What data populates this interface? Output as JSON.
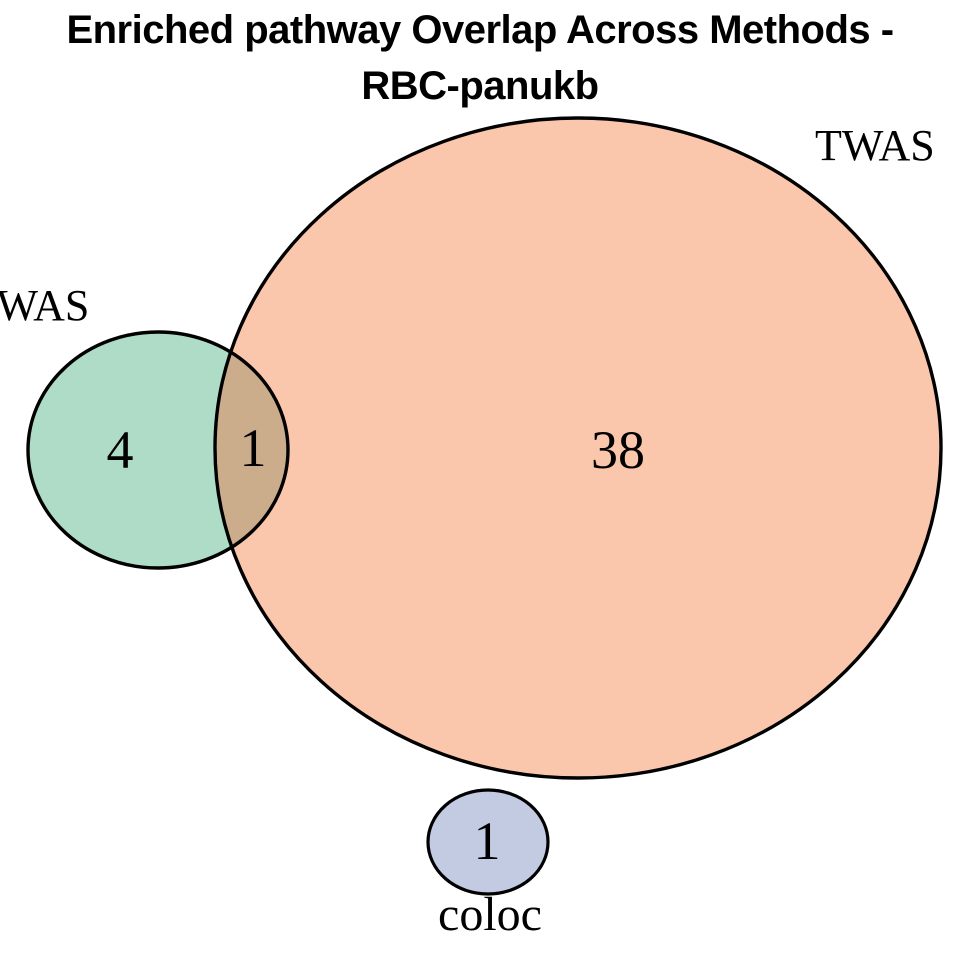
{
  "title": {
    "line1": "Enriched pathway Overlap Across Methods -",
    "line2": "RBC-panukb"
  },
  "chart_data": {
    "type": "venn",
    "title": "Enriched pathway Overlap Across Methods - RBC-panukb",
    "legend": "none",
    "background": "#ffffff",
    "outline_color": "#000000",
    "sets": [
      {
        "name": "TWAS",
        "label": "TWAS",
        "unique_value": 38,
        "color": "#fac6ac"
      },
      {
        "name": "PWAS",
        "label": "PWAS",
        "unique_value": 4,
        "color": "#aedcc6"
      },
      {
        "name": "coloc",
        "label": "coloc",
        "unique_value": 1,
        "color": "#c3cbe2"
      }
    ],
    "overlaps": [
      {
        "between": [
          "PWAS",
          "TWAS"
        ],
        "value": 1,
        "color": "#cbac8b"
      }
    ],
    "regions": [
      {
        "sets": [
          "TWAS"
        ],
        "value": 38
      },
      {
        "sets": [
          "PWAS"
        ],
        "value": 4
      },
      {
        "sets": [
          "PWAS",
          "TWAS"
        ],
        "value": 1
      },
      {
        "sets": [
          "coloc"
        ],
        "value": 1
      }
    ]
  }
}
